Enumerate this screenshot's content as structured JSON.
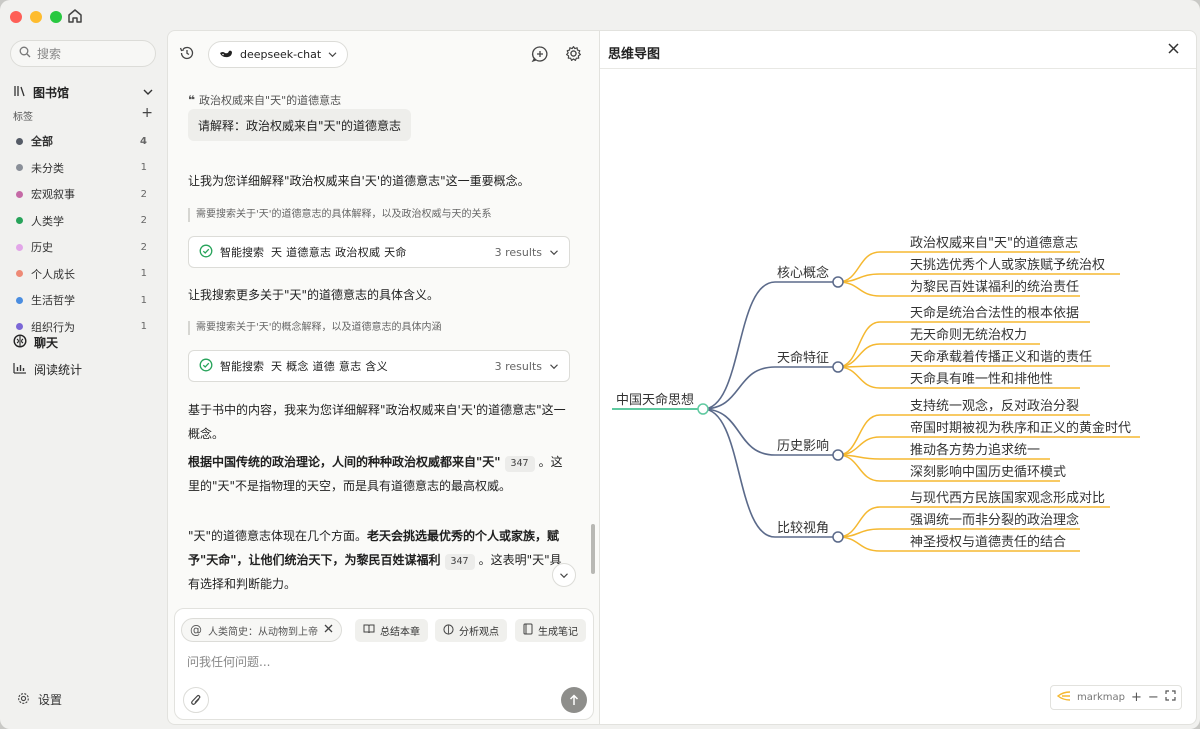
{
  "sidebar": {
    "search_placeholder": "搜索",
    "library_label": "图书馆",
    "tags_label": "标签",
    "tags": [
      {
        "label": "全部",
        "count": "4",
        "color": "#555b66",
        "active": true
      },
      {
        "label": "未分类",
        "count": "1",
        "color": "#8a8f98"
      },
      {
        "label": "宏观叙事",
        "count": "2",
        "color": "#c56aa6"
      },
      {
        "label": "人类学",
        "count": "2",
        "color": "#27a35a"
      },
      {
        "label": "历史",
        "count": "2",
        "color": "#e2a6e8"
      },
      {
        "label": "个人成长",
        "count": "1",
        "color": "#ee8a76"
      },
      {
        "label": "生活哲学",
        "count": "1",
        "color": "#4a8de0"
      },
      {
        "label": "组织行为",
        "count": "1",
        "color": "#7b67d6"
      }
    ],
    "nav_chat": "聊天",
    "nav_stats": "阅读统计",
    "settings": "设置"
  },
  "chat": {
    "model": "deepseek-chat",
    "quote_ref": "政治权威来自\"天\"的道德意志",
    "user_message": "请解释：政治权威来自\"天\"的道德意志",
    "intro": "让我为您详细解释\"政治权威来自'天'的道德意志\"这一重要概念。",
    "think1": "需要搜索关于'天'的道德意志的具体解释，以及政治权威与天的关系",
    "search1": {
      "label": "智能搜索",
      "keywords": "天  道德意志  政治权威  天命",
      "results": "3 results"
    },
    "followup": "让我搜索更多关于\"天\"的道德意志的具体含义。",
    "think2": "需要搜索关于'天'的概念解释，以及道德意志的具体内涵",
    "search2": {
      "label": "智能搜索",
      "keywords": "天  概念  道德  意志  含义",
      "results": "3 results"
    },
    "answer_intro": "基于书中的内容，我来为您详细解释\"政治权威来自'天'的道德意志\"这一概念。",
    "answer_p1_bold": "根据中国传统的政治理论，人间的种种政治权威都来自\"天\"",
    "answer_p1_cite": "347",
    "answer_p1_rest": "。这里的\"天\"不是指物理的天空，而是具有道德意志的最高权威。",
    "answer_p2_start": "\"天\"的道德意志体现在几个方面。",
    "answer_p2_bold": "老天会挑选最优秀的个人或家族，赋予\"天命\"，让他们统治天下，为黎民百姓谋福利",
    "answer_p2_cite": "347",
    "answer_p2_rest": "。这表明\"天\"具有选择和判断能力。",
    "context_chip": "人类简史：从动物到上帝",
    "actions": [
      "总结本章",
      "分析观点",
      "生成笔记"
    ],
    "input_placeholder": "问我任何问题..."
  },
  "mindmap": {
    "title": "思维导图",
    "root": "中国天命思想",
    "branches": [
      {
        "label": "核心概念",
        "children": [
          "政治权威来自\"天\"的道德意志",
          "天挑选优秀个人或家族赋予统治权",
          "为黎民百姓谋福利的统治责任"
        ]
      },
      {
        "label": "天命特征",
        "children": [
          "天命是统治合法性的根本依据",
          "无天命则无统治权力",
          "天命承载着传播正义和谐的责任",
          "天命具有唯一性和排他性"
        ]
      },
      {
        "label": "历史影响",
        "children": [
          "支持统一观念，反对政治分裂",
          "帝国时期被视为秩序和正义的黄金时代",
          "推动各方势力追求统一",
          "深刻影响中国历史循环模式"
        ]
      },
      {
        "label": "比较视角",
        "children": [
          "与现代西方民族国家观念形成对比",
          "强调统一而非分裂的政治理念",
          "神圣授权与道德责任的结合"
        ]
      }
    ],
    "toolbar_brand": "markmap",
    "colors": {
      "root_line": "#5fc9a0",
      "branch_line": "#5b6a8a",
      "leaf_line": "#f5b830"
    }
  }
}
